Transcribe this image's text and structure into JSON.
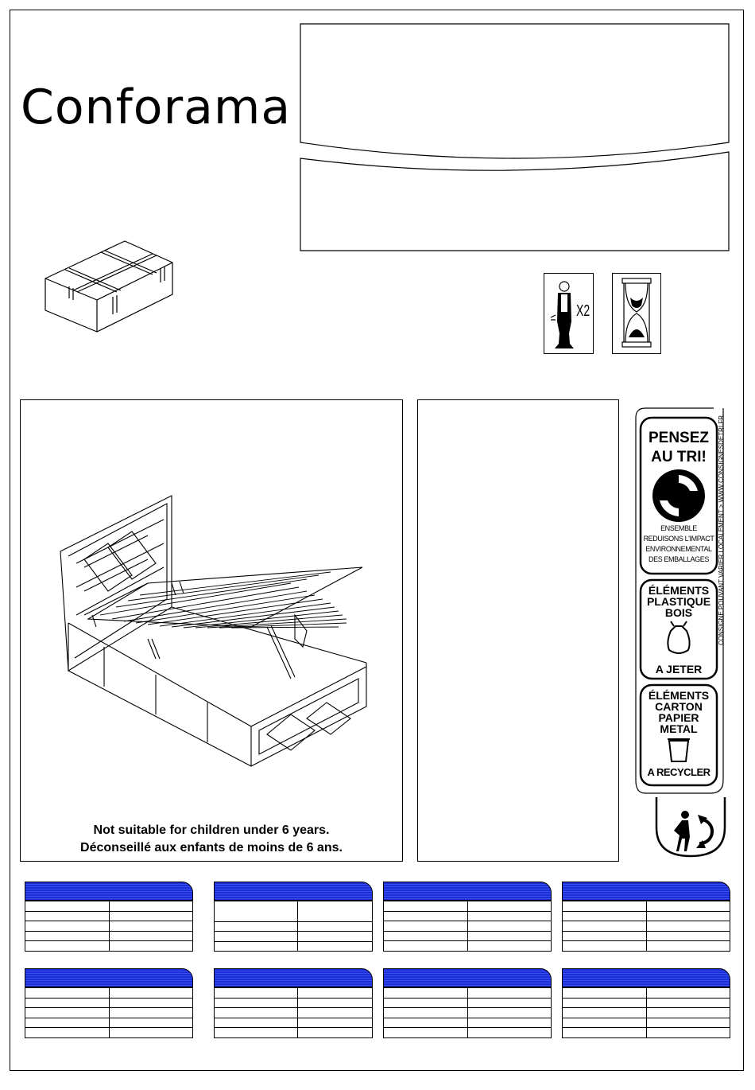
{
  "brand": {
    "logo": "Conforama"
  },
  "icons": {
    "persons": "two-person-assembly-icon",
    "persons_count": "X2",
    "time": "hourglass-icon",
    "package": "package-box-icon"
  },
  "warning": {
    "line1": "Not suitable for children under 6 years.",
    "line2": "Déconseillé aux enfants de moins de 6 ans."
  },
  "recycling": {
    "header_line1": "PENSEZ",
    "header_line2": "AU TRI!",
    "green_text_1": "ENSEMBLE",
    "green_text_2": "REDUISONS L'IMPACT",
    "green_text_3": "ENVIRONNEMENTAL",
    "green_text_4": "DES EMBALLAGES",
    "plastic_1": "ÉLÉMENTS",
    "plastic_2": "PLASTIQUE",
    "plastic_3": "BOIS",
    "plastic_action": "A JETER",
    "carton_1": "ÉLÉMENTS",
    "carton_2": "CARTON",
    "carton_3": "PAPIER",
    "carton_4": "METAL",
    "carton_action": "A RECYCLER",
    "side_note": "CONSIGNE POUVANT VARIER LOCALEMENT > WWW.CONSIGNESDETRI.FR"
  },
  "colors": {
    "table_header": "#1a2fd6"
  }
}
